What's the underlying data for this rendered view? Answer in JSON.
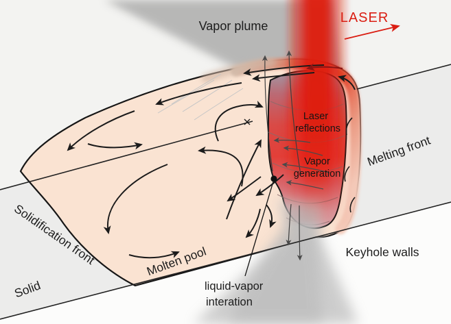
{
  "labels": {
    "vapor_plume": "Vapor plume",
    "laser": "LASER",
    "laser_reflections_line1": "Laser",
    "laser_reflections_line2": "reflections",
    "vapor_generation_line1": "Vapor",
    "vapor_generation_line2": "generation",
    "melting_front": "Melting front",
    "solidification_front": "Solidification front",
    "molten_pool": "Molten pool",
    "keyhole_walls": "Keyhole walls",
    "liquid_vapor_line1": "liquid-vapor",
    "liquid_vapor_line2": "interation",
    "solid": "Solid"
  },
  "colors": {
    "laser_red": "#de1b0e",
    "plume_gray": "#b5b5b5",
    "molten_pool_peach": "#fae3d2",
    "keyhole_red": "#e23f38",
    "rim_orange": "#db6146",
    "outline_black": "#1a1a1a",
    "solid_face_gray": "#ececeb",
    "background_gray": "#f3f3f1"
  }
}
